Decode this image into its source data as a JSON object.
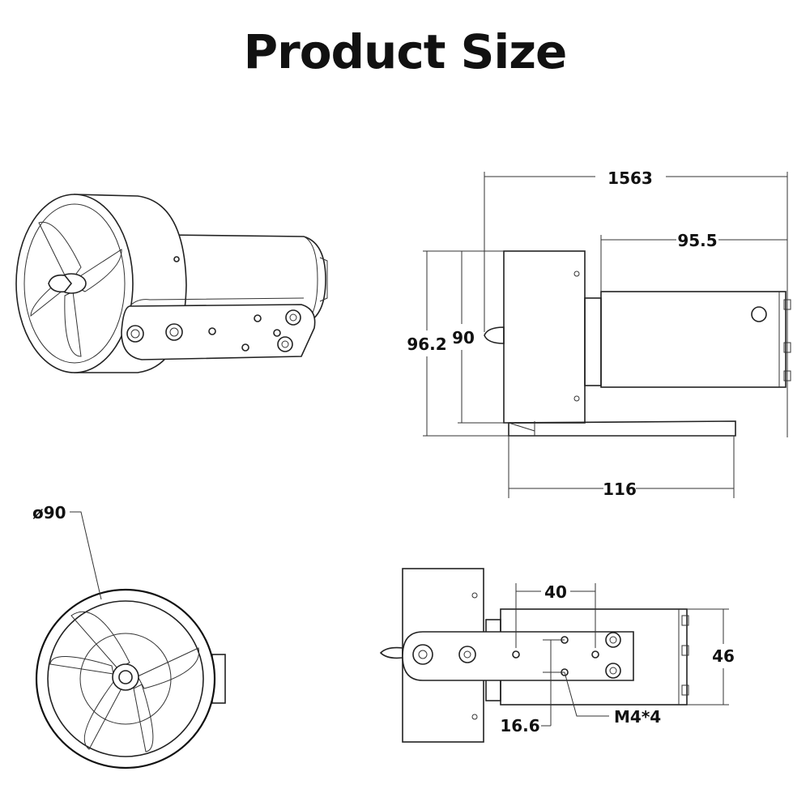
{
  "title": "Product Size",
  "dimensions": {
    "overall_length": "1563",
    "motor_length": "95.5",
    "total_height": "96.2",
    "duct_height": "90",
    "bracket_length": "116",
    "duct_diameter": "ø90",
    "hole_spacing": "40",
    "bracket_width": "46",
    "hole_offset": "16.6",
    "screw_spec": "M4*4"
  }
}
